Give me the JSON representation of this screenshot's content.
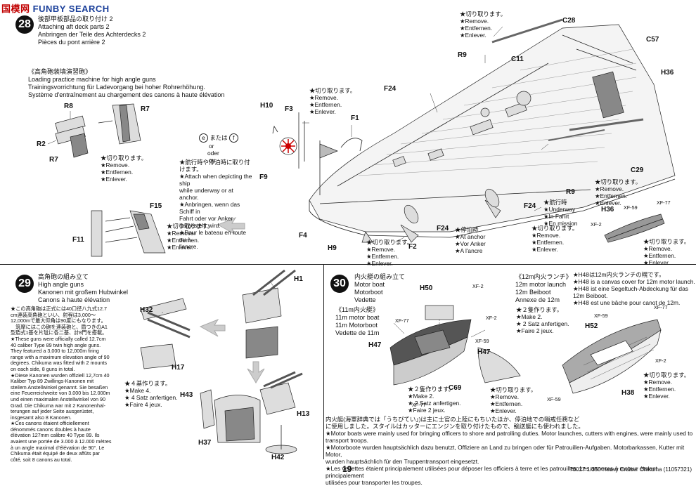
{
  "watermark": {
    "part1": "国模网",
    "part2": "FUNBY SEARCH"
  },
  "step28": {
    "title_jp": "後部甲板部品の取り付け 2",
    "title_en": "Attaching aft deck parts 2",
    "title_de": "Anbringen der Teile des Achterdecks 2",
    "title_fr": "Pièces du pont arrière 2",
    "loader_jp": "《高角砲装填演習砲》",
    "loader_en": "Loading practice machine for high angle guns",
    "loader_de": "Trainingsvorrichtung für Ladevorgang bei hoher Rohrerhöhung.",
    "loader_fr": "Système d'entraînement au chargement des canons à haute élévation",
    "remove": [
      "★切り取ります。",
      "★Remove.",
      "★Entfernen.",
      "★Enlever."
    ],
    "or": [
      "または",
      "or",
      "oder",
      "ou"
    ],
    "flag_note": [
      "★航行時や停泊時に取り付けます。",
      "★Attach when depicting the ship",
      "while underway or at anchor.",
      "★Anbringen, wenn das Schiff in",
      "Fahrt oder vor Anker dargestellt wird.",
      "★Pour le bateau en route ou à",
      "l'ancre."
    ],
    "underway": [
      "★航行時",
      "★Underway",
      "★In Fahrt",
      "★En mission"
    ],
    "anchor": [
      "★停泊時",
      "★At anchor",
      "★Vor Anker",
      "★A l'ancre"
    ],
    "parts": {
      "R8": "R8",
      "R7a": "R7",
      "R2": "R2",
      "R7b": "R7",
      "H10": "H10",
      "F3": "F3",
      "F1": "F1",
      "F9": "F9",
      "F15": "F15",
      "F11": "F11",
      "F4": "F4",
      "H9": "H9",
      "F2": "F2",
      "F24a": "F24",
      "F24b": "F24",
      "F24c": "F24",
      "R9a": "R9",
      "R9b": "R9",
      "C11": "C11",
      "C28": "C28",
      "C57": "C57",
      "H36a": "H36",
      "H36b": "H36",
      "C29": "C29",
      "e": "e",
      "f": "f",
      "XF59": "XF-59",
      "XF77": "XF-77",
      "XF2": "XF-2"
    }
  },
  "step29": {
    "num": "29",
    "title_jp": "高角砲の組み立て",
    "title_en": "High angle guns",
    "title_de": "Kanonen mit großem Hubwinkel",
    "title_fr": "Canons à haute élévation",
    "desc": [
      "★この高角砲は正式には40口径八九式12.7",
      "cm連装高角砲といい、射程は3,000〜",
      "12,000mで最大仰角は90度にもなります。",
      "　筑摩にはこの砲を連装砲と、盾つきのA1",
      "型盾式1基を片玼に各二基、計8門を搭載。",
      "★These guns were officially called 12.7cm",
      "40 caliber Type 89 twin high angle guns.",
      "They featured a 3,000 to 12,000m firing",
      "range with a maximum elevation angle of 90",
      "degrees. Chikuma was fitted with 2 mounts",
      "on each side, 8 guns in total.",
      "★Diese Kanonen wurden offiziell 12,7cm 40",
      "Kaliber Typ 89 Zwillings-Kanonen mit",
      "steilem Anstellwinkel genannt. Sie besaßen",
      "eine Feuerreichweite von 3.000 bis 12.000m",
      "und einen maximalen Anstellwinkel von 90",
      "Grad. Die Chikuma war mit 2 Kanonenhal-",
      "terungen auf jeder Seite ausgerüstet,",
      "insgesamt also 8 Kanonen.",
      "★Ces canons étaient officiellement",
      "dénommés canons doubles à haute",
      "élévation 127mm calibre 40 Type 89. Ils",
      "avaient une portée de 3.000 à 12.000 mètres",
      "à un angle maximal d'élévation de 90°. Le",
      "Chikuma était équipé de deux affûts par",
      "côté, soit 8 canons au total."
    ],
    "make4": [
      "★４基作ります。",
      "★Make 4.",
      "★ 4 Satz anfertigen.",
      "★Faire 4 jeux."
    ],
    "parts": {
      "H1": "H1",
      "H32": "H32",
      "H17": "H17",
      "H43": "H43",
      "H13": "H13",
      "H37": "H37",
      "H42": "H42"
    }
  },
  "step30": {
    "num": "30",
    "title_jp": "内火艇の組み立て",
    "title_en": "Motor boat",
    "title_de": "Motorboot",
    "title_fr": "Vedette",
    "m11_jp": "《11m内火艇》",
    "m11_en": "11m motor boat",
    "m11_de": "11m Motorboot",
    "m11_fr": "Vedette de 11m",
    "m12_jp": "《12m内火ランチ》",
    "m12_en": "12m motor launch",
    "m12_de": "12m Beiboot",
    "m12_fr": "Annexe de 12m",
    "h48_note": [
      "★H48は12m内火ランチの幌です。",
      "★H48 is a canvas cover for 12m motor launch.",
      "★H48 ist eine Segeltuch-Abdeckung für das",
      "12m Beiboot.",
      "★H48 est une bâche pour canot de 12m."
    ],
    "make2": [
      "★２隻作ります。",
      "★Make 2.",
      "★ 2 Satz anfertigen.",
      "★Faire 2 jeux."
    ],
    "make2b": [
      "★２隻作ります。",
      "★Make 2.",
      "★ 2 Satz anfertigen.",
      "★Faire 2 jeux."
    ],
    "remove": [
      "★切り取ります。",
      "★Remove.",
      "★Entfernen.",
      "★Enlever."
    ],
    "bottom_note": [
      "内火艇(海軍辞典では「うちびてい」)は主に士官の上陸にもちいたほか、停泊地での哨戒任務など",
      "に使用しました。スタイルはカッターにエンジンを取り付けたもので、輸送艇にも使われました。",
      "★Motor boats were mainly used for bringing officers to shore and patrolling duties. Motor launches, cutters with engines, were mainly used to",
      "transport troops.",
      "★Motorboote wurden hauptsächlich dazu benutzt, Offiziere an Land zu bringen oder für Patrouillen-Aufgaben. Motorbarkassen, Kutter mit Motor,",
      "wurden hauptsächlich für den Truppentransport eingesetzt.",
      "★Les vedettes étaient principalement utilisées pour déposer les officiers à terre et les patrouilles. Les annexes à moteur étaient principalement",
      "utilisées pour transporter les troupes."
    ],
    "parts": {
      "H50": "H50",
      "H47a": "H47",
      "H47b": "H47",
      "C69": "C69",
      "H52": "H52",
      "H38": "H38",
      "XF2a": "XF-2",
      "XF2b": "XF-2",
      "XF2c": "XF-2",
      "XF77a": "XF-77",
      "XF77b": "XF-77",
      "XF77c": "XF-77",
      "XF59a": "XF-59",
      "XF59b": "XF-59",
      "XF59c": "XF-59"
    }
  },
  "footer": {
    "page": "19",
    "code": "78027 1/350 Heavy Cruiser Chikuma (11057321)"
  }
}
